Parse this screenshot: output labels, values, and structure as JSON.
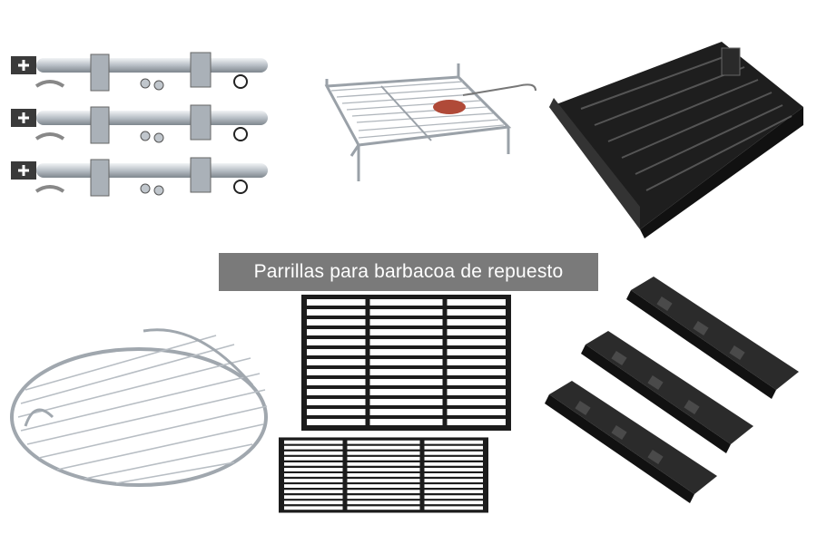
{
  "caption": "Parrillas para barbacoa de repuesto",
  "products": [
    {
      "id": "burner-tubes",
      "icon": "burner-tube-kit-icon",
      "count": 3
    },
    {
      "id": "wire-grill",
      "icon": "wire-grill-rack-icon"
    },
    {
      "id": "smoker-box",
      "icon": "charcoal-tray-icon"
    },
    {
      "id": "round-grate",
      "icon": "round-hinged-grate-icon"
    },
    {
      "id": "cast-iron-grates",
      "icon": "cast-iron-grate-icon",
      "count": 2
    },
    {
      "id": "heat-plates",
      "icon": "heat-plate-icon",
      "count": 3
    }
  ],
  "colors": {
    "background": "#ffffff",
    "caption_bg": "#7a7a7a",
    "caption_text": "#ffffff",
    "steel": "#c8cdd2",
    "black": "#1c1c1c"
  }
}
